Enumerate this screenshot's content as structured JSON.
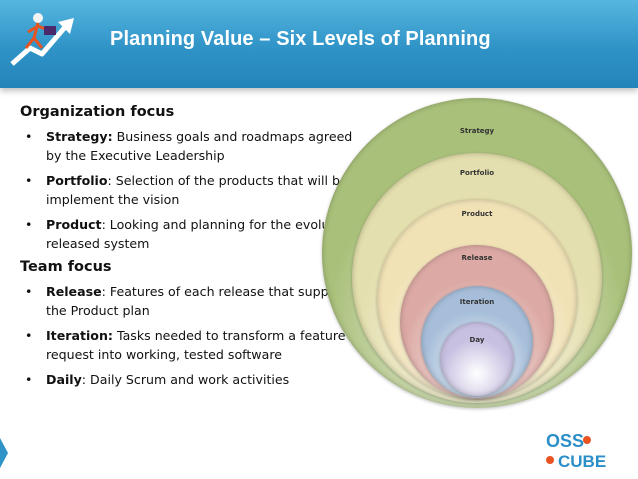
{
  "header": {
    "title": "Planning Value – Six Levels of Planning"
  },
  "content": {
    "sections": [
      {
        "heading": "Organization focus",
        "items": [
          {
            "term": "Strategy:",
            "text": " Business goals and roadmaps agreed by the Executive Leadership"
          },
          {
            "term": "Portfolio",
            "text": ": Selection of the products that will best implement the vision"
          },
          {
            "term": "Product",
            "text": ": Looking and planning for the evolution of released system"
          }
        ]
      },
      {
        "heading": "Team focus",
        "items": [
          {
            "term": "Release",
            "text": ": Features of each release that support the Product plan"
          },
          {
            "term": "Iteration:",
            "text": " Tasks needed to transform a feature request into working, tested software"
          },
          {
            "term": "Daily",
            "text": ": Daily Scrum and work activities"
          }
        ]
      }
    ]
  },
  "diagram": {
    "levels": [
      {
        "label": "Strategy",
        "color": "#a9c07a"
      },
      {
        "label": "Portfolio",
        "color": "#e4dfae"
      },
      {
        "label": "Product",
        "color": "#f1e2b6"
      },
      {
        "label": "Release",
        "color": "#dca9a4"
      },
      {
        "label": "Iteration",
        "color": "#a6bed9"
      },
      {
        "label": "Day",
        "color": "#c8c0e1"
      }
    ]
  },
  "logo": {
    "line1": "OSS",
    "line2": "CUBE",
    "accent": "#e8531f",
    "blue": "#2a8fc8"
  }
}
